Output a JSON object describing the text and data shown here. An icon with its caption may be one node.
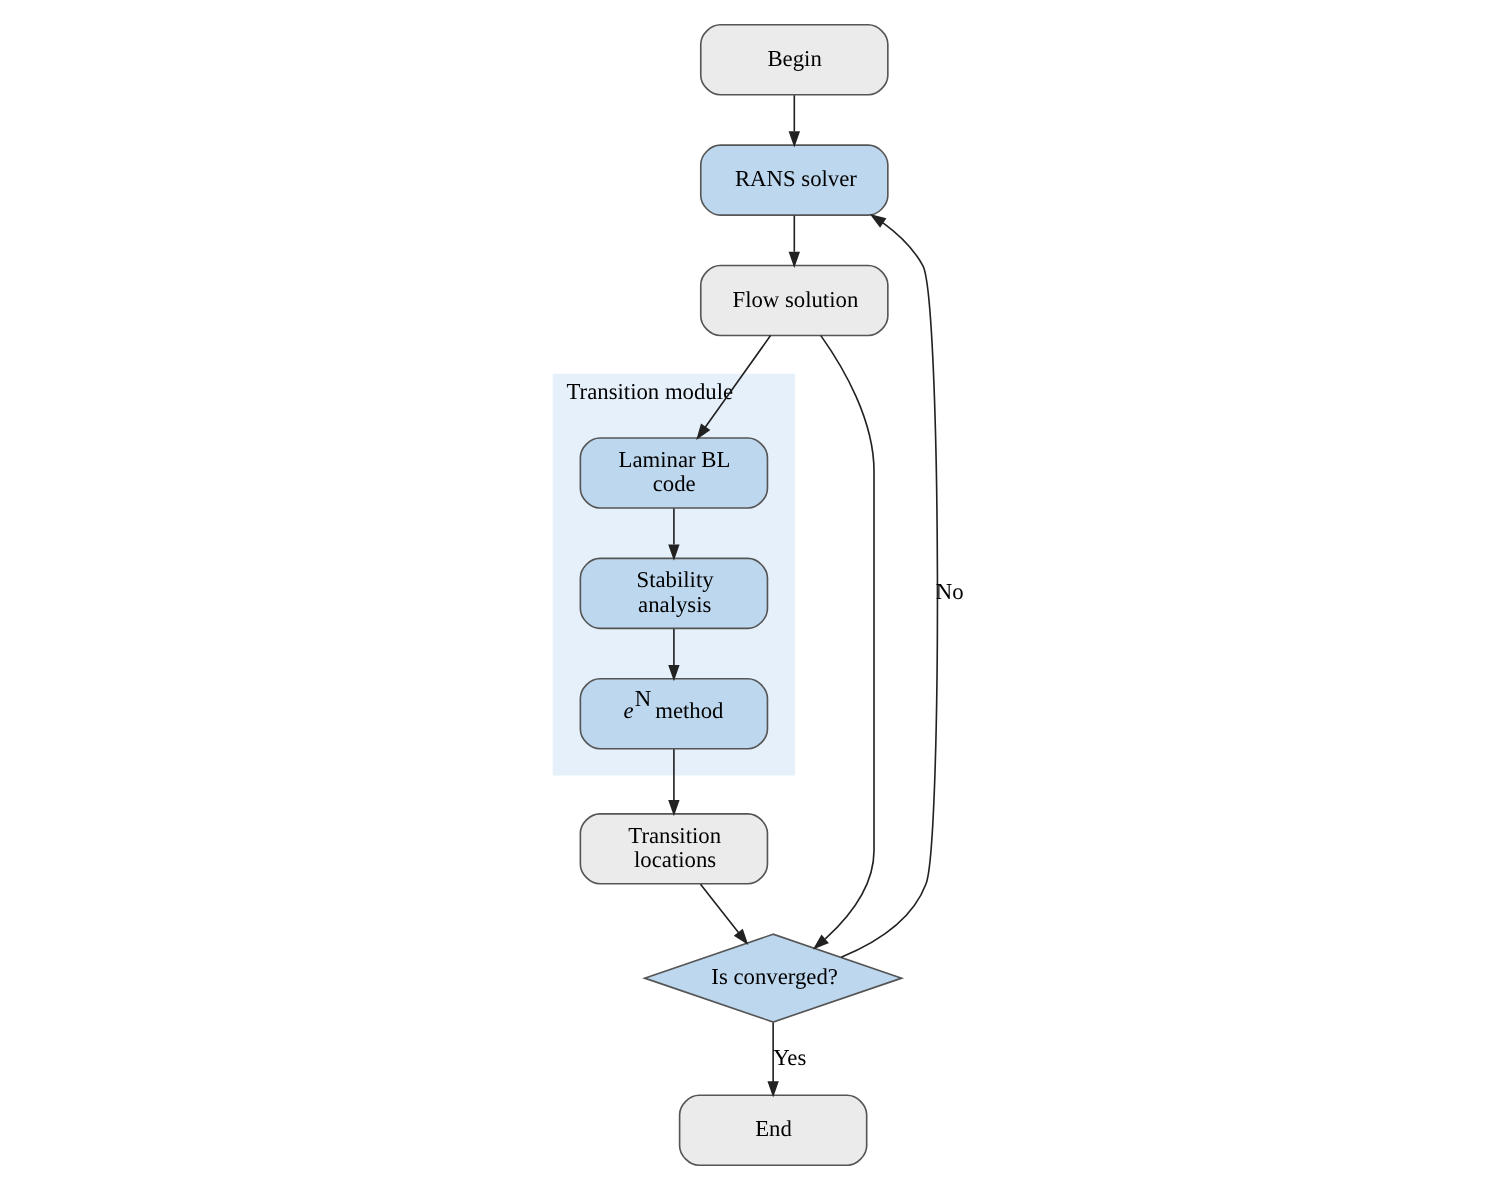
{
  "diagram": {
    "nodes": [
      {
        "text": [
          "Begin"
        ]
      },
      {
        "text": [
          "RANS solver"
        ]
      },
      {
        "text": [
          "Flow solution"
        ]
      },
      {
        "text": [
          "Transition module"
        ]
      },
      {
        "text": [
          "Laminar BL code"
        ],
        "in": 3
      },
      {
        "text": [
          "Stability analysis"
        ],
        "in": 3
      },
      {
        "text": [
          "*e*$^{N}$ method"
        ],
        "in": 3
      },
      {
        "text": [
          "Transition locations"
        ]
      },
      {
        "text": [
          "Is converged?"
        ]
      },
      {
        "text": [
          "End"
        ]
      }
    ],
    "edges": [
      {
        "from": 0,
        "to": 1,
        "arrow": "to"
      },
      {
        "from": 1,
        "to": 2,
        "arrow": "to"
      },
      {
        "from": 2,
        "to": 4,
        "arrow": "to"
      },
      {
        "from": 4,
        "to": 5,
        "arrow": "to"
      },
      {
        "from": 5,
        "to": 6,
        "arrow": "to"
      },
      {
        "from": 6,
        "to": 7,
        "arrow": "to"
      },
      {
        "from": 2,
        "to": 8,
        "arrow": "to"
      },
      {
        "from": 7,
        "to": 8,
        "arrow": "to"
      },
      {
        "from": 8,
        "to": 1,
        "arrow": "to",
        "label": "No"
      },
      {
        "from": 8,
        "to": 9,
        "arrow": "to",
        "label": "Yes"
      }
    ]
  }
}
